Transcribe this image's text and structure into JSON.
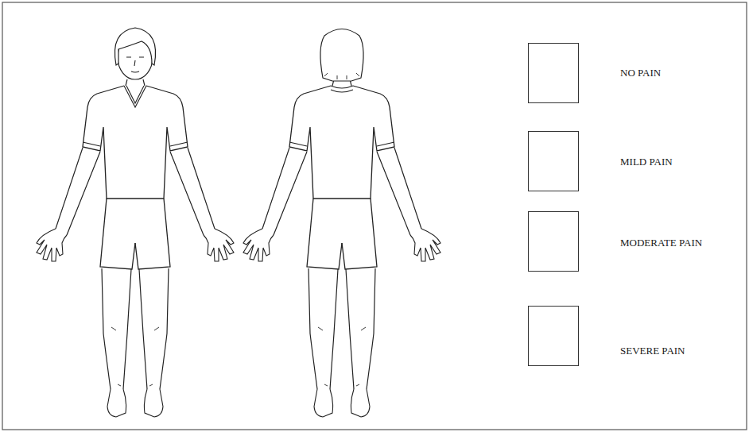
{
  "diagram": {
    "legend": [
      {
        "text": "NO PAIN",
        "color": "#ffffff"
      },
      {
        "text": "MILD PAIN",
        "color": "#ffffff"
      },
      {
        "text": "MODERATE PAIN",
        "color": "#ffffff"
      },
      {
        "text": "SEVERE PAIN",
        "color": "#ffffff"
      }
    ]
  }
}
